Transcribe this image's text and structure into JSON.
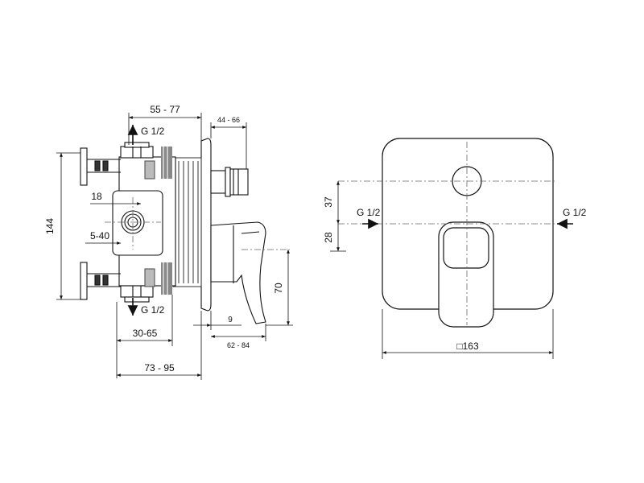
{
  "side_view": {
    "dims": {
      "top_width": "55 - 77",
      "top_small": "44 - 66",
      "height_left": "144",
      "offset_18": "18",
      "range_5_40": "5-40",
      "bottom_30_65": "30-65",
      "bottom_73_95": "73 - 95",
      "gap_9": "9",
      "range_62_84": "62 - 84",
      "height_70": "70"
    },
    "thread_top": "G 1/2",
    "thread_bottom": "G 1/2"
  },
  "front_view": {
    "dims": {
      "d37": "37",
      "d28": "28",
      "width": "□163"
    },
    "thread_left": "G 1/2",
    "thread_right": "G 1/2"
  },
  "colors": {
    "line": "#111111",
    "hatch": "#555555",
    "center": "#666666"
  }
}
